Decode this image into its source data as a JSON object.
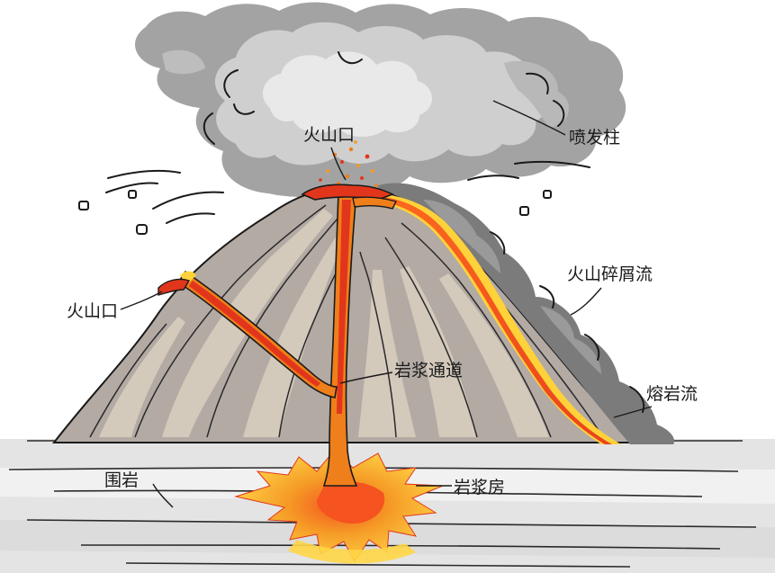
{
  "labels": {
    "vent_top": "火山口",
    "eruption_column": "喷发柱",
    "pyroclastic_flow": "火山碎屑流",
    "vent_side": "火山口",
    "magma_conduit": "岩浆通道",
    "lava_flow": "熔岩流",
    "country_rock": "围岩",
    "magma_chamber": "岩浆房"
  },
  "colors": {
    "ash_dark": "#9a9a9a",
    "ash_light": "#d6d6d6",
    "cone_dark": "#a8a09c",
    "cone_light": "#cfc6b8",
    "lava_orange": "#ef7f1a",
    "lava_red": "#e2361c",
    "lava_yellow": "#ffd23a",
    "ground": "#e6e6e6",
    "flow_gray": "#7b7b7b"
  }
}
